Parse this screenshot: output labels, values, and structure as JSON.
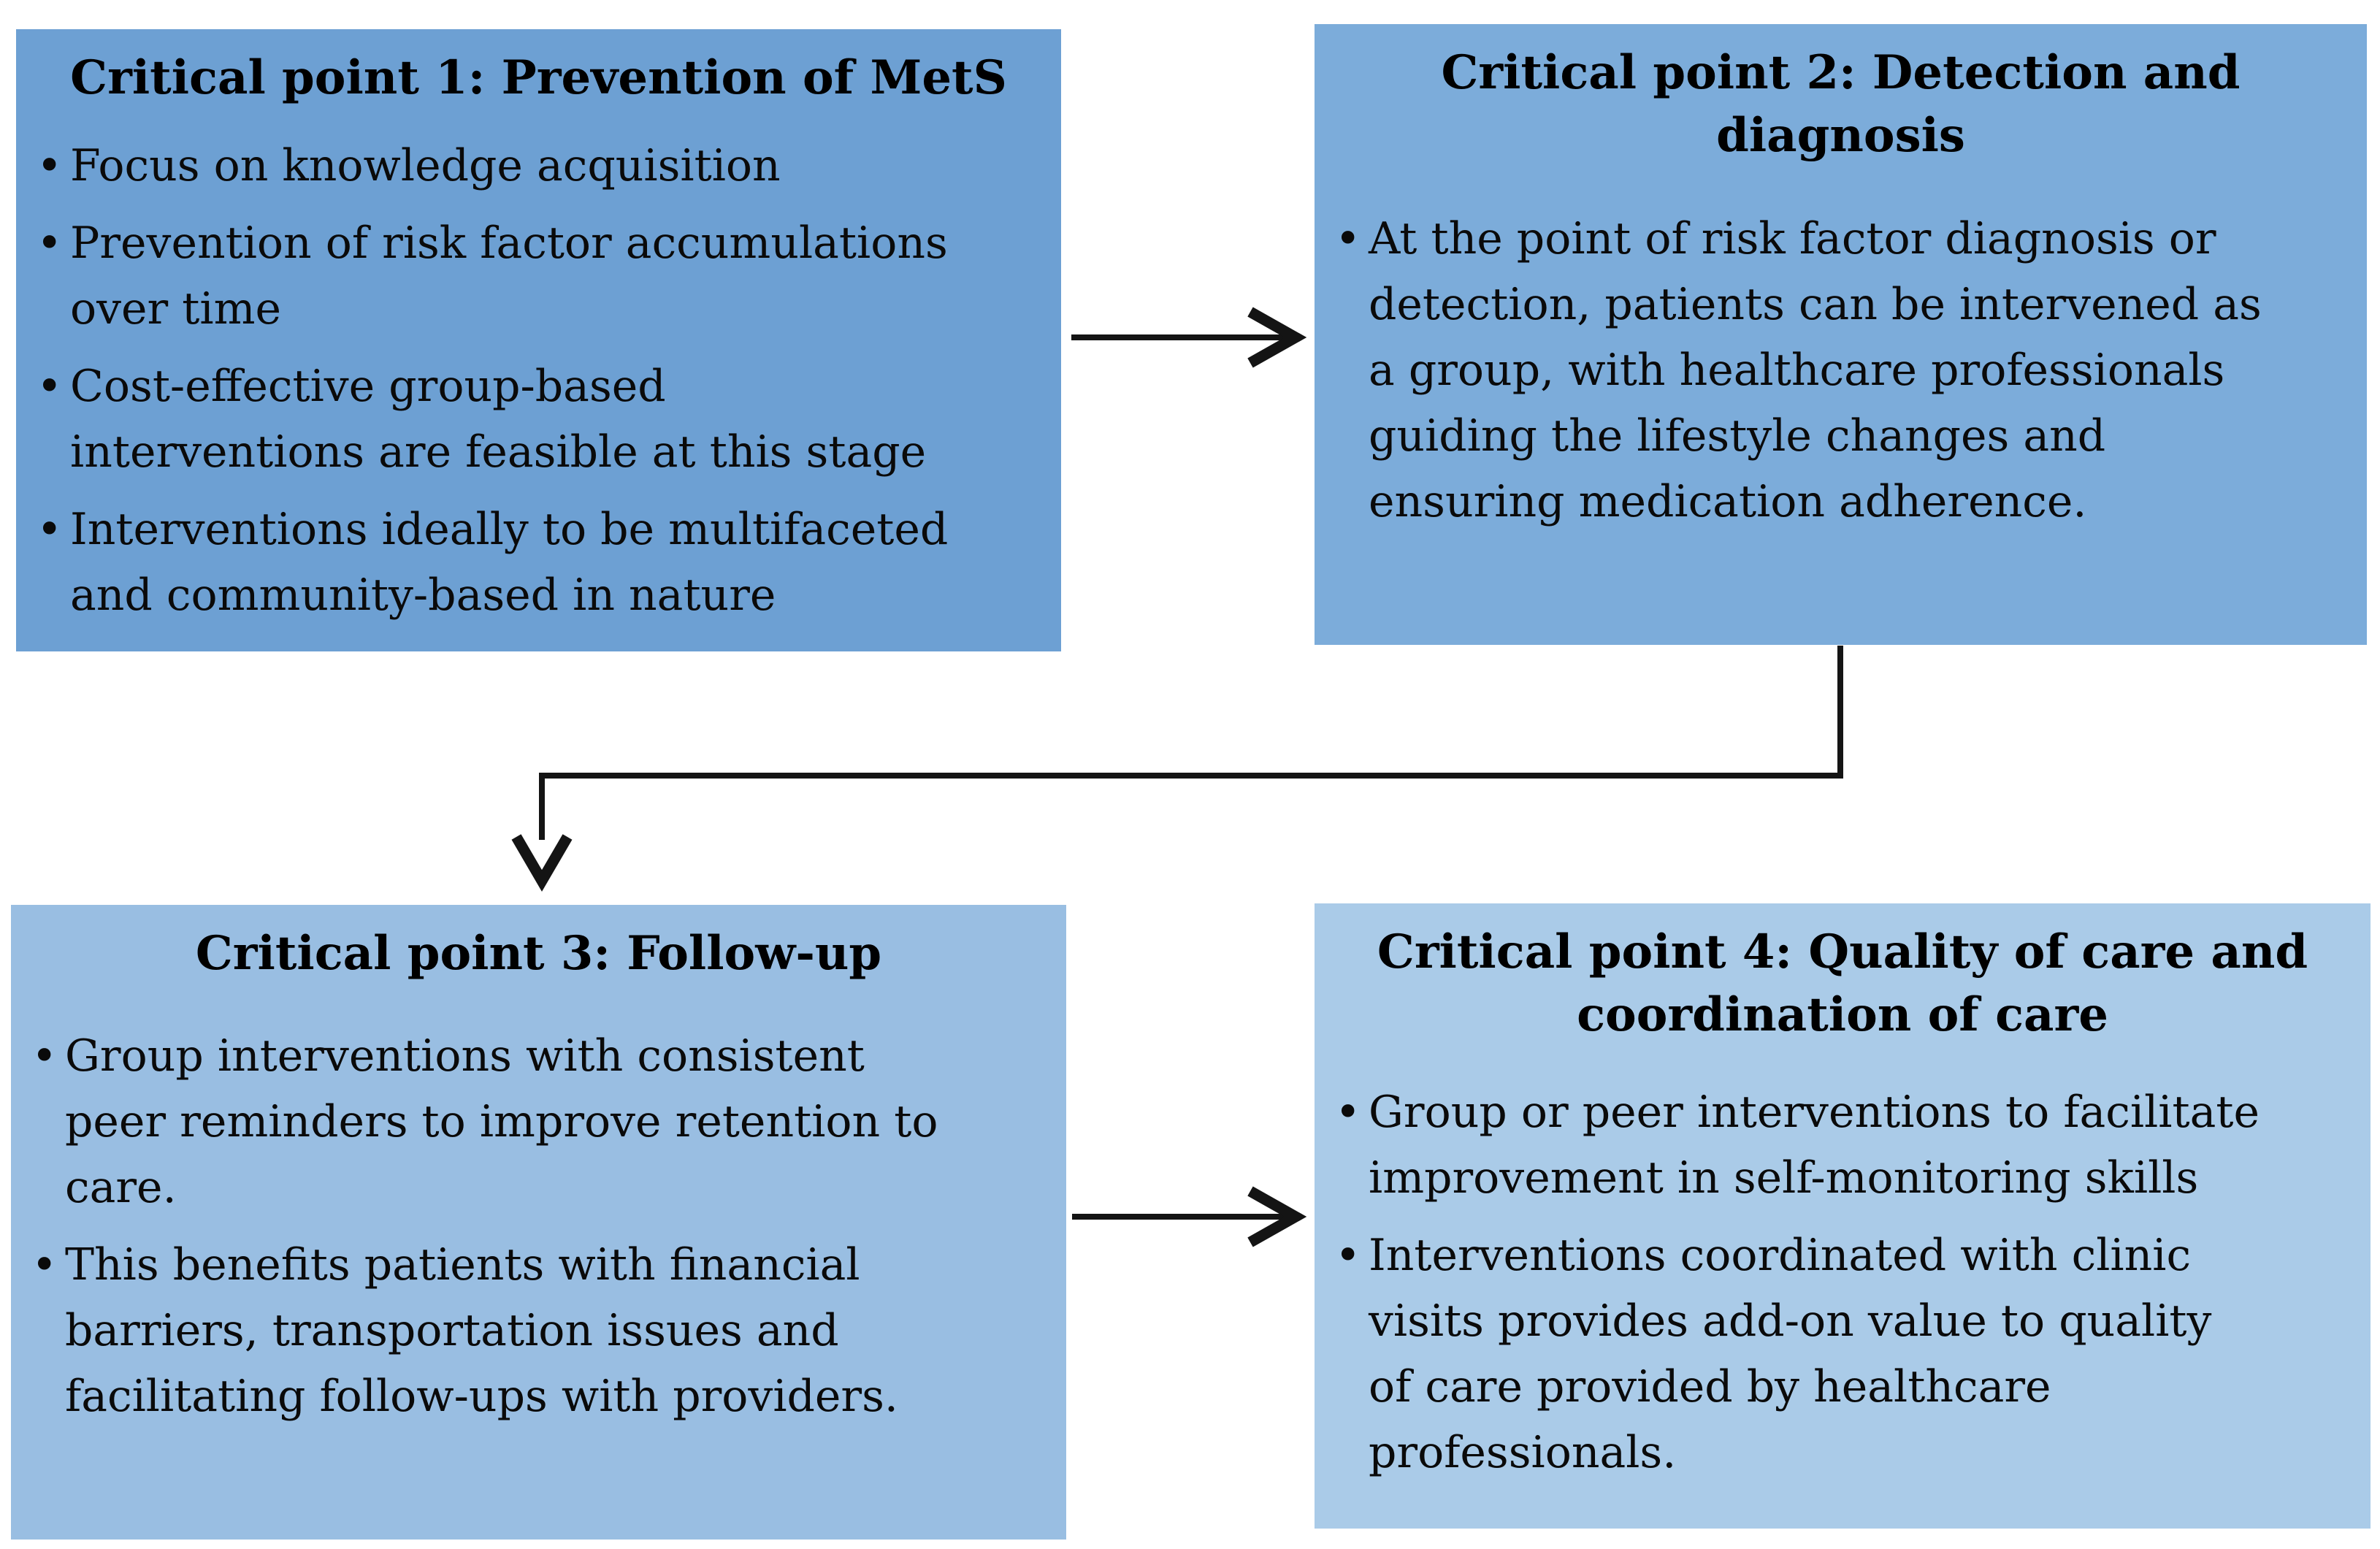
{
  "figure": {
    "background": "#ffffff",
    "arrow_color": "#141414",
    "text_color": "#0a0a0a"
  },
  "boxes": [
    {
      "id": "critical-point-1",
      "title": "Critical point 1: Prevention of MetS",
      "background": "#6da0d3",
      "bullets": [
        "Focus on knowledge acquisition",
        "Prevention of risk factor accumulations\nover time",
        "Cost-effective group-based\ninterventions are feasible at this stage",
        "Interventions ideally to be multifaceted\nand community-based in nature"
      ]
    },
    {
      "id": "critical-point-2",
      "title": "Critical point 2: Detection and\ndiagnosis",
      "background": "#7cacda",
      "bullets": [
        "At the point of risk factor diagnosis or\ndetection, patients can be intervened as\na group, with healthcare professionals\nguiding the lifestyle changes and\nensuring medication adherence."
      ]
    },
    {
      "id": "critical-point-3",
      "title": "Critical point 3: Follow-up",
      "background": "#99bee2",
      "bullets": [
        "Group interventions with consistent\npeer reminders to improve retention to\ncare.",
        "This benefits patients with financial\nbarriers, transportation issues and\nfacilitating follow-ups with providers."
      ]
    },
    {
      "id": "critical-point-4",
      "title": "Critical point 4: Quality of care and\ncoordination of care",
      "background": "#aacbe8",
      "bullets": [
        "Group or peer interventions to facilitate\nimprovement in self-monitoring skills",
        "Interventions coordinated with clinic\nvisits provides add-on value to quality\nof care provided by healthcare\nprofessionals."
      ]
    }
  ],
  "arrows": [
    {
      "id": "arrow-box1-to-box2",
      "from": "critical-point-1",
      "to": "critical-point-2",
      "shape": "straight-right"
    },
    {
      "id": "arrow-box2-to-box3",
      "from": "critical-point-2",
      "to": "critical-point-3",
      "shape": "elbow-down-left-down"
    },
    {
      "id": "arrow-box3-to-box4",
      "from": "critical-point-3",
      "to": "critical-point-4",
      "shape": "straight-right"
    }
  ]
}
